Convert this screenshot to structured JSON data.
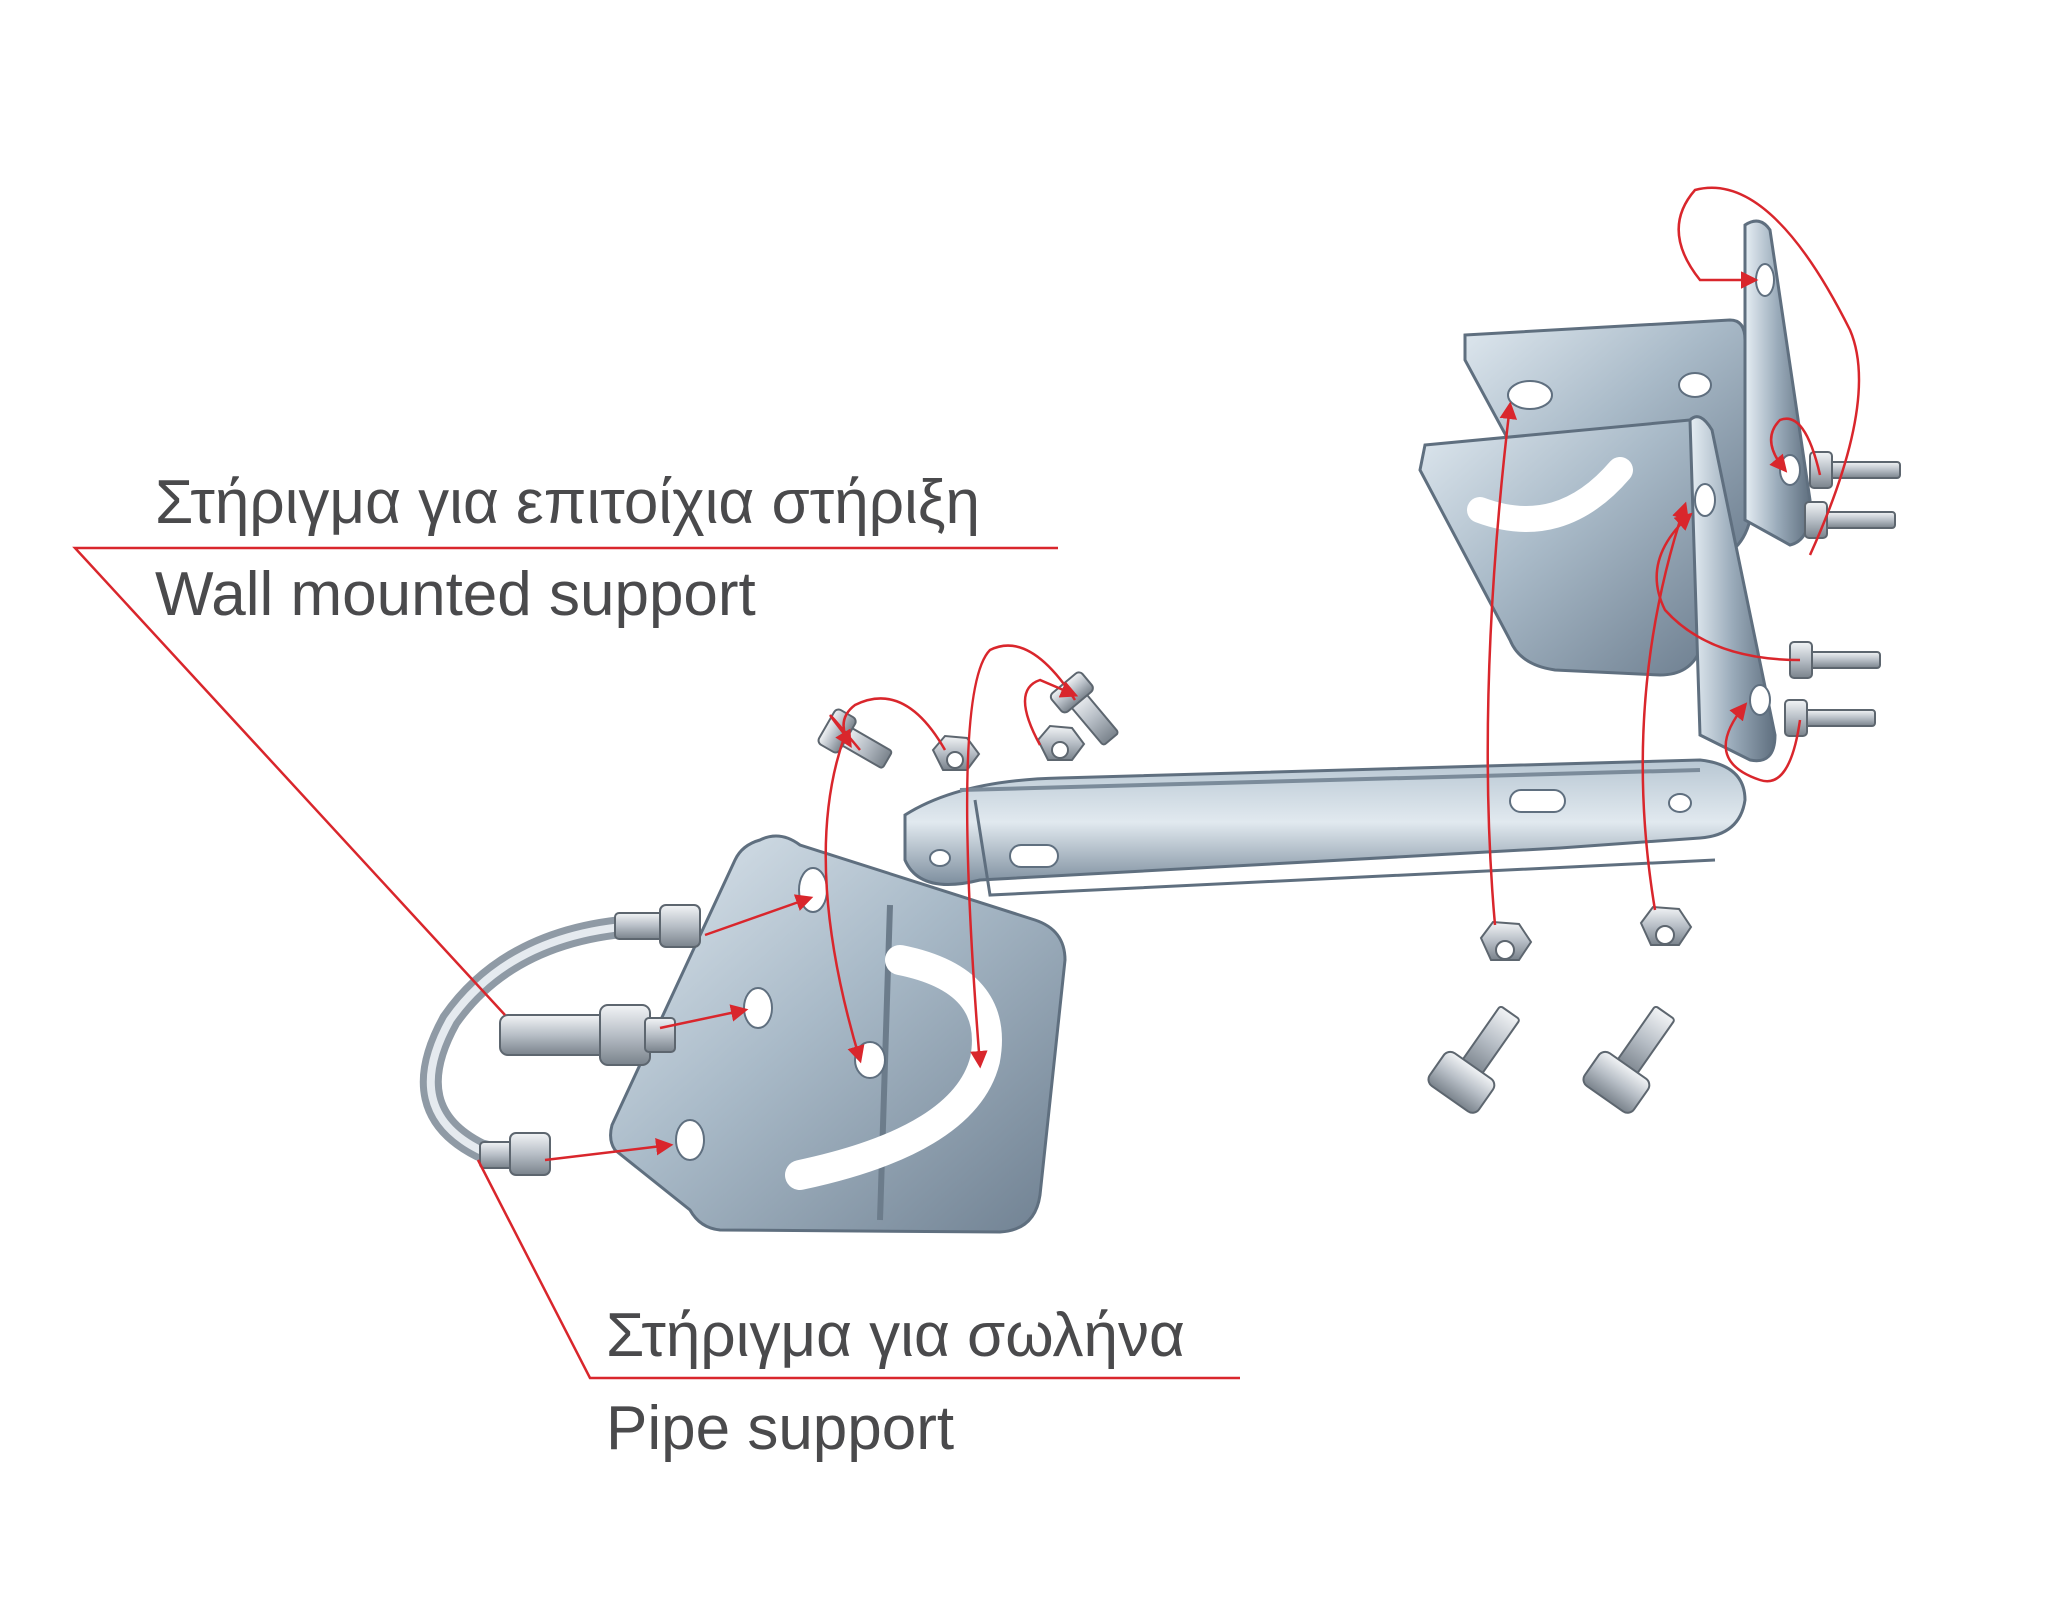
{
  "labels": {
    "wall_support": {
      "greek": "Στήριγμα για επιτοίχια στήριξη",
      "english": "Wall mounted support"
    },
    "pipe_support": {
      "greek": "Στήριγμα για σωλήνα",
      "english": "Pipe support"
    }
  },
  "colors": {
    "callout_line": "#d9262c",
    "label_text": "#4a4a4c",
    "metal_light": "#c9d6e0",
    "metal_mid": "#9fb0bf",
    "metal_dark": "#6d7d8c",
    "hole": "#ffffff"
  }
}
